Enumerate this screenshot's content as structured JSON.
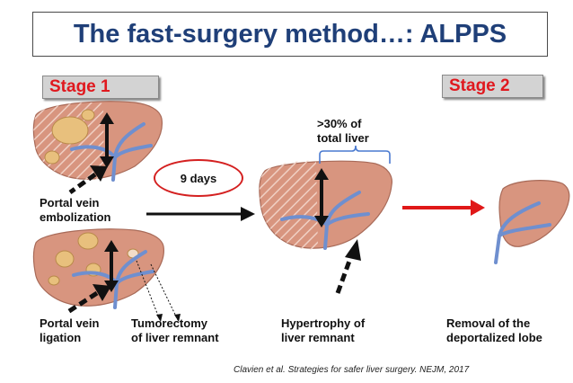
{
  "title": "The fast-surgery method…: ALPPS",
  "stage1_label": "Stage 1",
  "stage2_label": "Stage 2",
  "percent_label_line1": ">30% of",
  "percent_label_line2": "total liver",
  "days_label": "9 days",
  "labels": {
    "portal_vein_embolization_line1": "Portal vein",
    "portal_vein_embolization_line2": "embolization",
    "portal_vein_ligation_line1": "Portal vein",
    "portal_vein_ligation_line2": "ligation",
    "tumorectomy_line1": "Tumorectomy",
    "tumorectomy_line2": "of liver remnant",
    "hypertrophy_line1": "Hypertrophy of",
    "hypertrophy_line2": "liver remnant",
    "removal_line1": "Removal of  the",
    "removal_line2": "deportalized lobe"
  },
  "citation": "Clavien et al. Strategies for safer liver surgery.  NEJM, 2017",
  "colors": {
    "title": "#1f3f78",
    "stage_text": "#e0181e",
    "liver": "#d8957f",
    "vein": "#6f8fcf",
    "red_arrow": "#e01818"
  }
}
